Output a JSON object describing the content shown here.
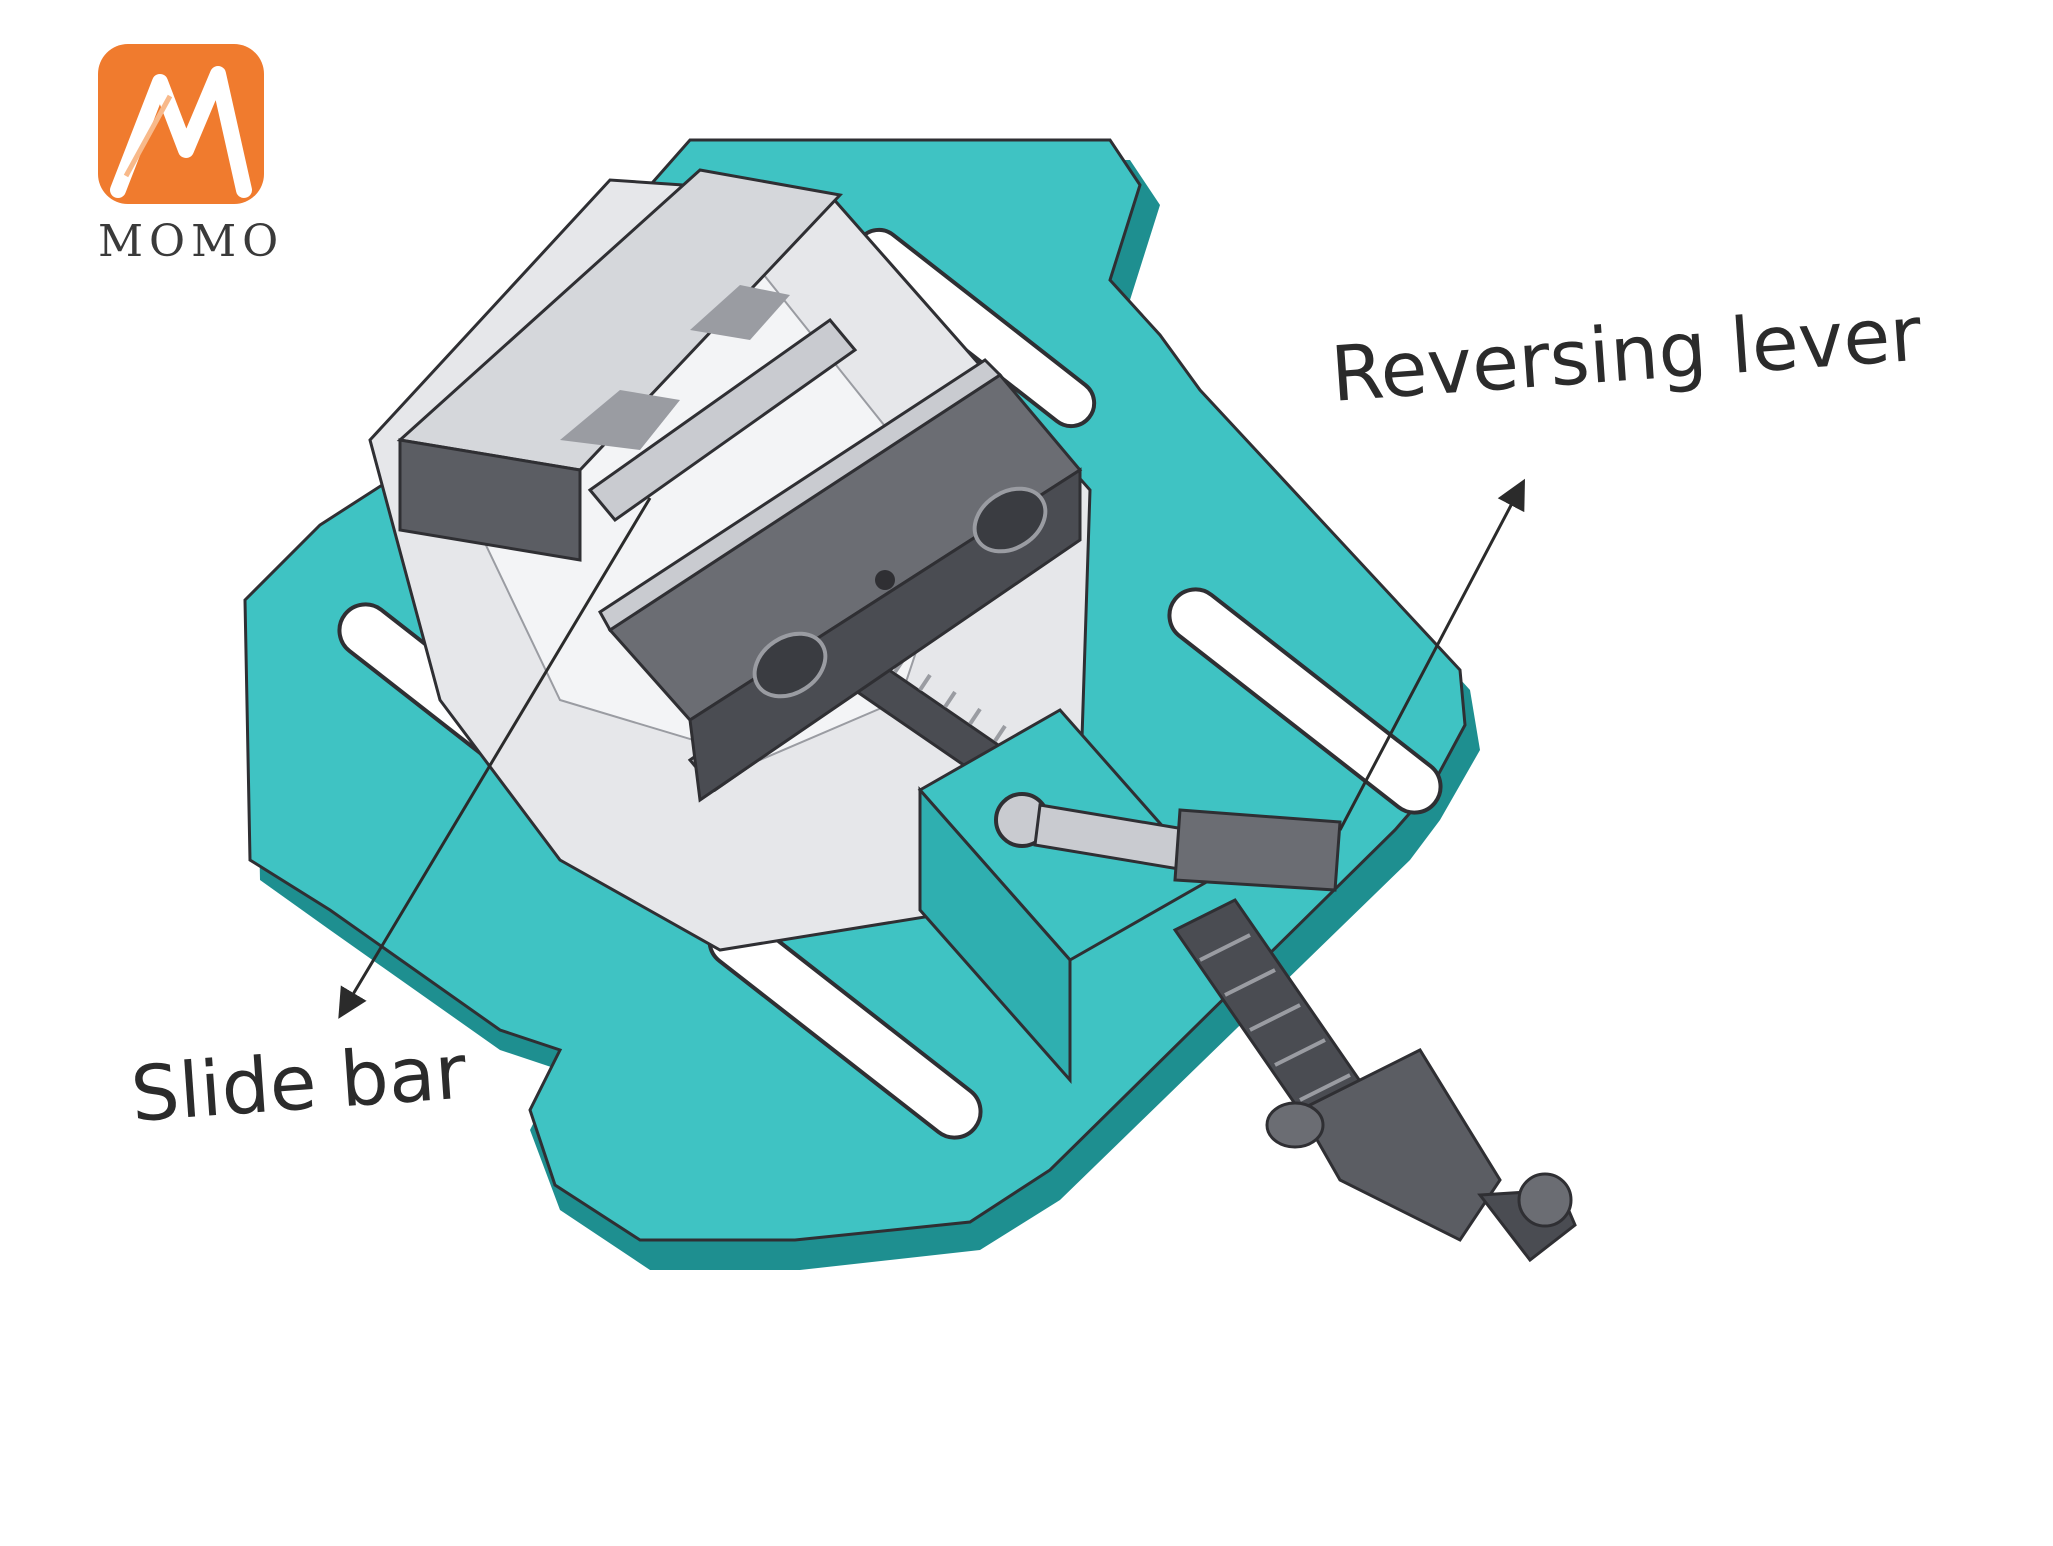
{
  "logo": {
    "brand": "MOMO",
    "icon": "momo-m-logo-icon",
    "color": "#F07B2E"
  },
  "callouts": {
    "reversing_lever": "Reversing lever",
    "slide_bar": "Slide bar"
  },
  "colors": {
    "base": "#3FC3C3",
    "base_edge": "#1E8F90",
    "steel_light": "#E6E7EA",
    "steel_dark": "#5B5D63",
    "outline": "#2F2F33"
  },
  "icons": {
    "lever_arrow": "arrow-up-right-icon",
    "slide_arrow": "arrow-down-left-icon"
  }
}
